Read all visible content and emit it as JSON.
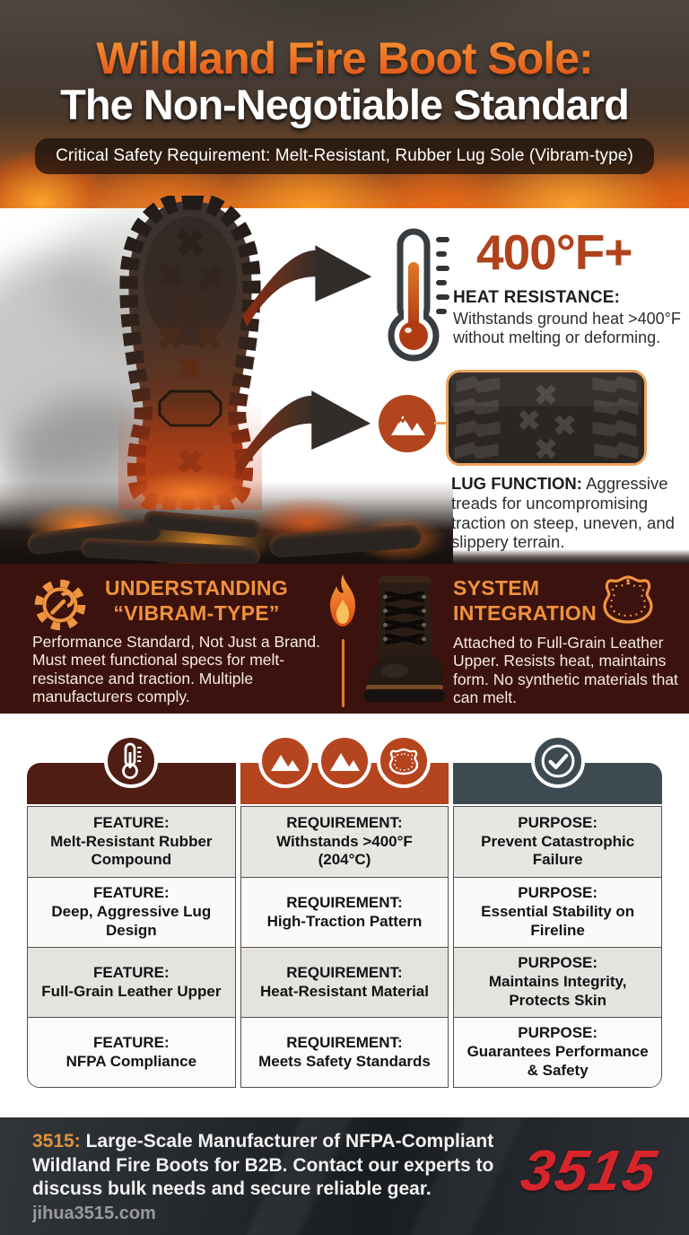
{
  "header": {
    "title_line1": "Wildland Fire Boot Sole:",
    "title_line2": "The Non-Negotiable Standard",
    "subtitle": "Critical Safety Requirement: Melt-Resistant, Rubber Lug Sole (Vibram-type)"
  },
  "hero": {
    "heat": {
      "icon": "thermometer-icon",
      "value": "400°F+",
      "label": "HEAT RESISTANCE:",
      "body": "Withstands ground heat >400°F without melting or deforming."
    },
    "lug": {
      "icon": "mountains-icon",
      "label": "LUG FUNCTION:",
      "body": "Aggressive treads for uncompromising traction on steep, uneven, and slippery terrain."
    }
  },
  "vibram_band": {
    "left": {
      "icon": "gear-wrench-icon",
      "heading_line1": "UNDERSTANDING",
      "heading_line2": "“VIBRAM-TYPE”",
      "body": "Performance Standard, Not Just a Brand. Must meet functional specs for melt-resistance and traction. Multiple manufacturers comply."
    },
    "divider_icon": "flame-icon",
    "right": {
      "heading_line1": "SYSTEM",
      "heading_line2": "INTEGRATION",
      "icon": "leather-hide-icon",
      "body": "Attached to Full-Grain Leather Upper. Resists heat, maintains form. No synthetic materials that can melt."
    }
  },
  "table": {
    "header_icons": {
      "col1": "thermometer-circle-icon",
      "col2": [
        "mountain-circle-icon",
        "mountain-circle-icon",
        "leather-circle-icon"
      ],
      "col3": "check-circle-icon"
    },
    "labels": {
      "feature": "FEATURE:",
      "requirement": "REQUIREMENT:",
      "purpose": "PURPOSE:"
    },
    "rows": [
      {
        "feature": "Melt-Resistant Rubber Compound",
        "requirement": "Withstands >400°F (204°C)",
        "purpose": "Prevent Catastrophic Failure"
      },
      {
        "feature": "Deep, Aggressive Lug Design",
        "requirement": "High-Traction Pattern",
        "purpose": "Essential Stability on Fireline"
      },
      {
        "feature": "Full-Grain Leather Upper",
        "requirement": "Heat-Resistant Material",
        "purpose": "Maintains Integrity, Protects Skin"
      },
      {
        "feature": "NFPA Compliance",
        "requirement": "Meets Safety Standards",
        "purpose": "Guarantees Performance & Safety"
      }
    ]
  },
  "footer": {
    "brand_prefix": "3515:",
    "message": "Large-Scale Manufacturer of NFPA-Compliant Wildland Fire Boots for B2B. Contact our experts to discuss bulk needs and secure reliable gear.",
    "website": "jihua3515.com",
    "logo_text": "3515"
  },
  "colors": {
    "accent_orange": "#f0923c",
    "accent_red": "#b5451f",
    "maroon_bg": "#3b120d",
    "maroon_dark": "#4f1d14",
    "slate": "#3e4a52",
    "logo_red": "#d7252b"
  }
}
